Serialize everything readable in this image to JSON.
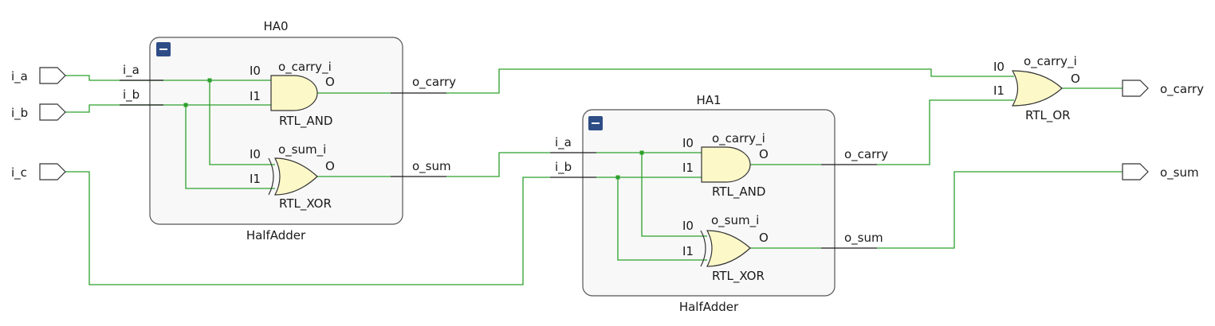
{
  "inputs": {
    "a": "i_a",
    "b": "i_b",
    "c": "i_c"
  },
  "outputs": {
    "carry": "o_carry",
    "sum": "o_sum"
  },
  "ha0": {
    "title": "HA0",
    "type": "HalfAdder",
    "pins": {
      "in_a": "i_a",
      "in_b": "i_b",
      "out_carry": "o_carry",
      "out_sum": "o_sum"
    },
    "and_gate": {
      "name": "o_carry_i",
      "type": "RTL_AND",
      "in0": "I0",
      "in1": "I1",
      "out": "O"
    },
    "xor_gate": {
      "name": "o_sum_i",
      "type": "RTL_XOR",
      "in0": "I0",
      "in1": "I1",
      "out": "O"
    }
  },
  "ha1": {
    "title": "HA1",
    "type": "HalfAdder",
    "pins": {
      "in_a": "i_a",
      "in_b": "i_b",
      "out_carry": "o_carry",
      "out_sum": "o_sum"
    },
    "and_gate": {
      "name": "o_carry_i",
      "type": "RTL_AND",
      "in0": "I0",
      "in1": "I1",
      "out": "O"
    },
    "xor_gate": {
      "name": "o_sum_i",
      "type": "RTL_XOR",
      "in0": "I0",
      "in1": "I1",
      "out": "O"
    }
  },
  "or_gate": {
    "name": "o_carry_i",
    "type": "RTL_OR",
    "in0": "I0",
    "in1": "I1",
    "out": "O"
  },
  "colors": {
    "wire": "#2ca02c",
    "gate_fill": "#fdf8c8",
    "collapse_button": "#2e4d86"
  }
}
